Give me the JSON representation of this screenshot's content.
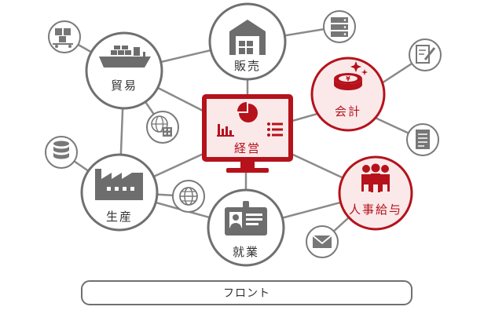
{
  "colors": {
    "accent": "#b5121b",
    "accent_fill": "#fbe9ea",
    "gray": "#6d6d6d",
    "gray_light": "#8c8c8c",
    "line": "#8a8a8a",
    "node_border": "#707070"
  },
  "nodes": {
    "trade": {
      "label": "貿易",
      "icon": "ship-icon"
    },
    "sales": {
      "label": "販売",
      "icon": "warehouse-icon"
    },
    "accounting": {
      "label": "会計",
      "icon": "yen-coin-icon"
    },
    "management": {
      "label": "経営",
      "icon": "monitor-dashboard-icon"
    },
    "production": {
      "label": "生産",
      "icon": "factory-icon"
    },
    "employment": {
      "label": "就業",
      "icon": "id-badge-icon"
    },
    "hr_payroll": {
      "label": "人事給与",
      "icon": "people-icon"
    }
  },
  "small_icons": [
    "boxes-cart-icon",
    "server-icon",
    "edit-document-icon",
    "globe-building-icon",
    "database-icon",
    "document-list-icon",
    "globe-icon",
    "mail-icon"
  ],
  "front": {
    "label": "フロント"
  }
}
